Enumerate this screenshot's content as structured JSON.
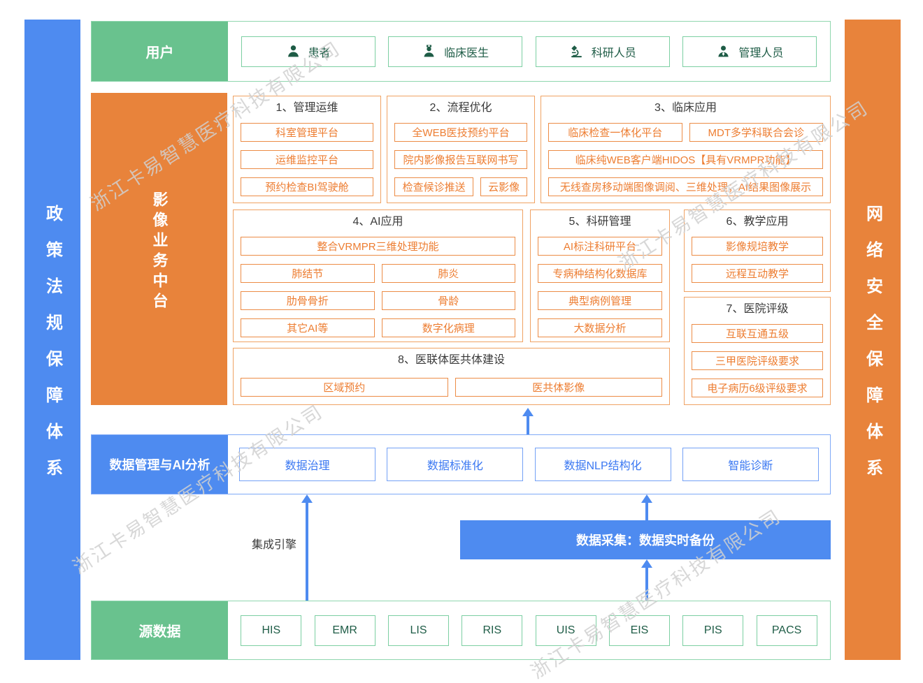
{
  "watermark": {
    "text": "浙江卡易智慧医疗科技有限公司"
  },
  "side_bars": {
    "left": "政策法规保障体系",
    "right": "网络安全保障体系"
  },
  "users_row": {
    "label": "用户",
    "items": [
      {
        "label": "患者",
        "icon": "patient-icon"
      },
      {
        "label": "临床医生",
        "icon": "doctor-icon"
      },
      {
        "label": "科研人员",
        "icon": "microscope-icon"
      },
      {
        "label": "管理人员",
        "icon": "manager-icon"
      }
    ]
  },
  "platform": {
    "label": "影像业务中台",
    "groups": [
      {
        "title": "1、管理运维",
        "items": [
          "科室管理平台",
          "运维监控平台",
          "预约检查BI驾驶舱"
        ]
      },
      {
        "title": "2、流程优化",
        "items": [
          "全WEB医技预约平台",
          "院内影像报告互联网书写",
          "检查候诊推送",
          "云影像"
        ]
      },
      {
        "title": "3、临床应用",
        "items": [
          "临床检查一体化平台",
          "MDT多学科联合会诊",
          "临床纯WEB客户端HIDOS【具有VRMPR功能】",
          "无线查房移动端图像调阅、三维处理；AI结果图像展示"
        ]
      },
      {
        "title": "4、AI应用",
        "items": [
          "整合VRMPR三维处理功能",
          "肺结节",
          "肺炎",
          "肋骨骨折",
          "骨龄",
          "其它AI等",
          "数字化病理"
        ]
      },
      {
        "title": "5、科研管理",
        "items": [
          "AI标注科研平台",
          "专病种结构化数据库",
          "典型病例管理",
          "大数据分析"
        ]
      },
      {
        "title": "6、教学应用",
        "items": [
          "影像规培教学",
          "远程互动教学"
        ]
      },
      {
        "title": "7、医院评级",
        "items": [
          "互联互通五级",
          "三甲医院评级要求",
          "电子病历6级评级要求"
        ]
      },
      {
        "title": "8、医联体医共体建设",
        "items": [
          "区域预约",
          "医共体影像"
        ]
      }
    ]
  },
  "data_mgmt_row": {
    "label": "数据管理与AI分析",
    "items": [
      "数据治理",
      "数据标准化",
      "数据NLP结构化",
      "智能诊断"
    ]
  },
  "integration": {
    "engine_label": "集成引擎",
    "collect_label": "数据采集：数据实时备份"
  },
  "source_row": {
    "label": "源数据",
    "items": [
      "HIS",
      "EMR",
      "LIS",
      "RIS",
      "UIS",
      "EIS",
      "PIS",
      "PACS"
    ]
  },
  "colors": {
    "green": "#69c28e",
    "orange": "#e8833b",
    "blue": "#4e8bf0"
  }
}
